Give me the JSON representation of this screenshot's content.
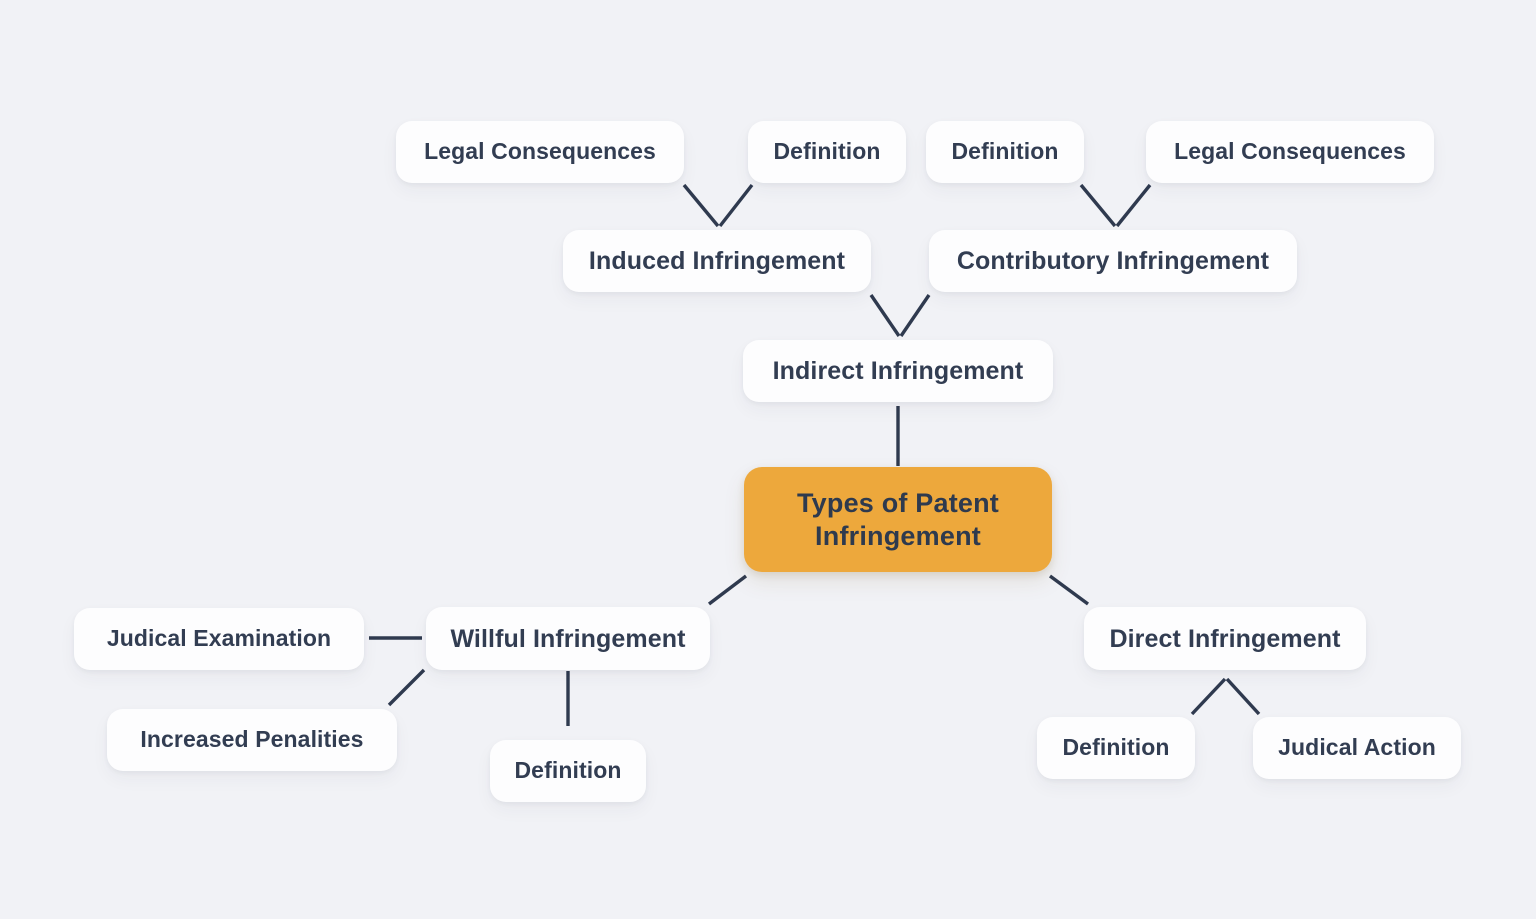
{
  "diagram": {
    "title": "Types of Patent Infringement",
    "type": "mind-map",
    "background_color": "#f1f2f6",
    "node_color": "#fdfdfe",
    "root_color": "#eda83c",
    "text_color": "#323d52",
    "edge_color": "#2f3a4f"
  },
  "nodes": {
    "root": {
      "label": "Types of Patent Infringement"
    },
    "indirect": {
      "label": "Indirect Infringement"
    },
    "induced": {
      "label": "Induced Infringement"
    },
    "contributory": {
      "label": "Contributory Infringement"
    },
    "induced_legal": {
      "label": "Legal Consequences"
    },
    "induced_definition": {
      "label": "Definition"
    },
    "contributory_definition": {
      "label": "Definition"
    },
    "contributory_legal": {
      "label": "Legal Consequences"
    },
    "willful": {
      "label": "Willful Infringement"
    },
    "willful_judical": {
      "label": "Judical Examination"
    },
    "willful_penalities": {
      "label": "Increased Penalities"
    },
    "willful_definition": {
      "label": "Definition"
    },
    "direct": {
      "label": "Direct Infringement"
    },
    "direct_definition": {
      "label": "Definition"
    },
    "direct_action": {
      "label": "Judical Action"
    }
  },
  "chart_data": {
    "type": "diagram",
    "title": "Types of Patent Infringement",
    "root": "Types of Patent Infringement",
    "edges": [
      {
        "from": "Types of Patent Infringement",
        "to": "Indirect Infringement"
      },
      {
        "from": "Types of Patent Infringement",
        "to": "Willful Infringement"
      },
      {
        "from": "Types of Patent Infringement",
        "to": "Direct Infringement"
      },
      {
        "from": "Indirect Infringement",
        "to": "Induced Infringement"
      },
      {
        "from": "Indirect Infringement",
        "to": "Contributory Infringement"
      },
      {
        "from": "Induced Infringement",
        "to": "Legal Consequences"
      },
      {
        "from": "Induced Infringement",
        "to": "Definition"
      },
      {
        "from": "Contributory Infringement",
        "to": "Definition"
      },
      {
        "from": "Contributory Infringement",
        "to": "Legal Consequences"
      },
      {
        "from": "Willful Infringement",
        "to": "Judical Examination"
      },
      {
        "from": "Willful Infringement",
        "to": "Increased Penalities"
      },
      {
        "from": "Willful Infringement",
        "to": "Definition"
      },
      {
        "from": "Direct Infringement",
        "to": "Definition"
      },
      {
        "from": "Direct Infringement",
        "to": "Judical Action"
      }
    ]
  }
}
